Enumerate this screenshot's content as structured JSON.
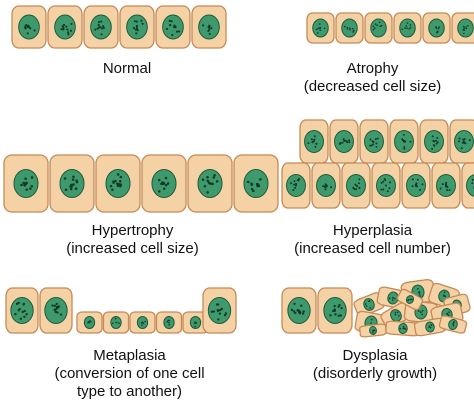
{
  "panels": {
    "normal": {
      "title": "Normal"
    },
    "atrophy": {
      "title": "Atrophy",
      "subtitle": "(decreased cell size)"
    },
    "hypertrophy": {
      "title": "Hypertrophy",
      "subtitle": "(increased cell size)"
    },
    "hyperplasia": {
      "title": "Hyperplasia",
      "subtitle": "(increased cell number)"
    },
    "metaplasia": {
      "title": "Metaplasia",
      "subtitle_line1": "(conversion of one cell",
      "subtitle_line2": "type to another)"
    },
    "dysplasia": {
      "title": "Dysplasia",
      "subtitle": "(disorderly growth)"
    }
  },
  "colors": {
    "cell_fill": "#F5D2A6",
    "cell_stroke": "#C58A55",
    "nucleus_fill": "#3E9A6C",
    "nucleus_stroke": "#1E5A3A",
    "nucleolus": "#123826"
  }
}
